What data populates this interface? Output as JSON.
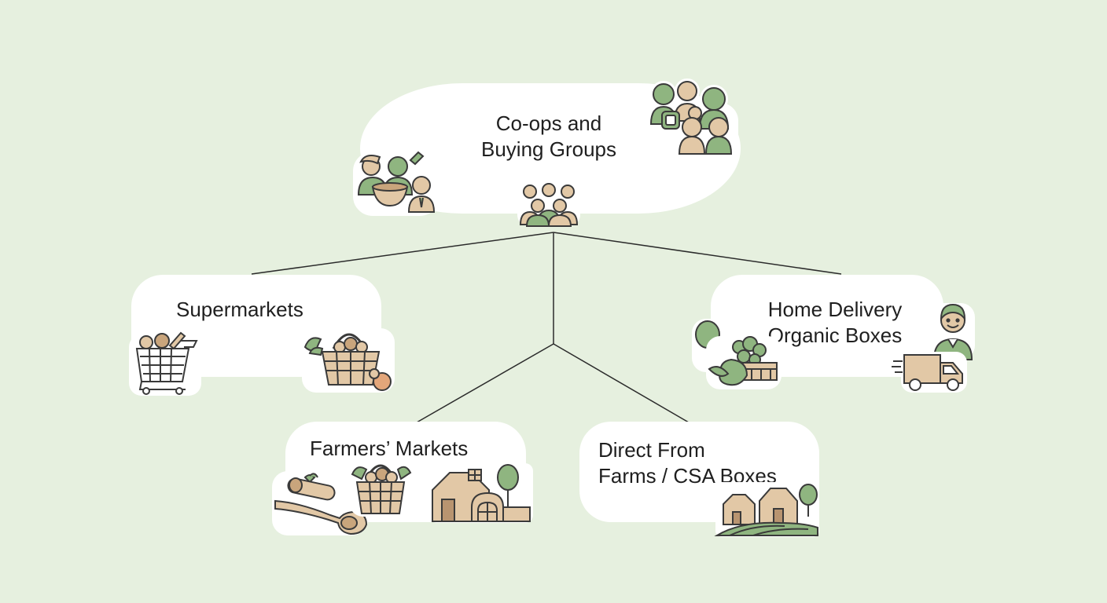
{
  "colors": {
    "background": "#e6f0df",
    "node_fill": "#ffffff",
    "connector": "#2b2b2b",
    "icon_green": "#8fb580",
    "icon_tan": "#e2c8a6",
    "icon_outline": "#3a3a3a"
  },
  "root": {
    "label": "Co-ops and\nBuying Groups",
    "icons": [
      "people-group-icon",
      "chef-bowl-icon",
      "small-group-icon"
    ]
  },
  "branches": [
    {
      "id": "supermarkets",
      "label": "Supermarkets",
      "icons": [
        "shopping-cart-icon",
        "produce-basket-icon"
      ]
    },
    {
      "id": "home-delivery",
      "label": "Home Delivery\nOrganic Boxes",
      "icons": [
        "tree-icon",
        "vegetable-crate-icon",
        "delivery-person-icon",
        "delivery-truck-icon"
      ]
    },
    {
      "id": "farmers-markets",
      "label": "Farmers’ Markets",
      "icons": [
        "wooden-spoon-icon",
        "produce-basket-icon",
        "barn-icon"
      ]
    },
    {
      "id": "direct-farms",
      "label": "Direct From\nFarms / CSA Boxes",
      "icons": [
        "farm-field-icon"
      ]
    }
  ]
}
